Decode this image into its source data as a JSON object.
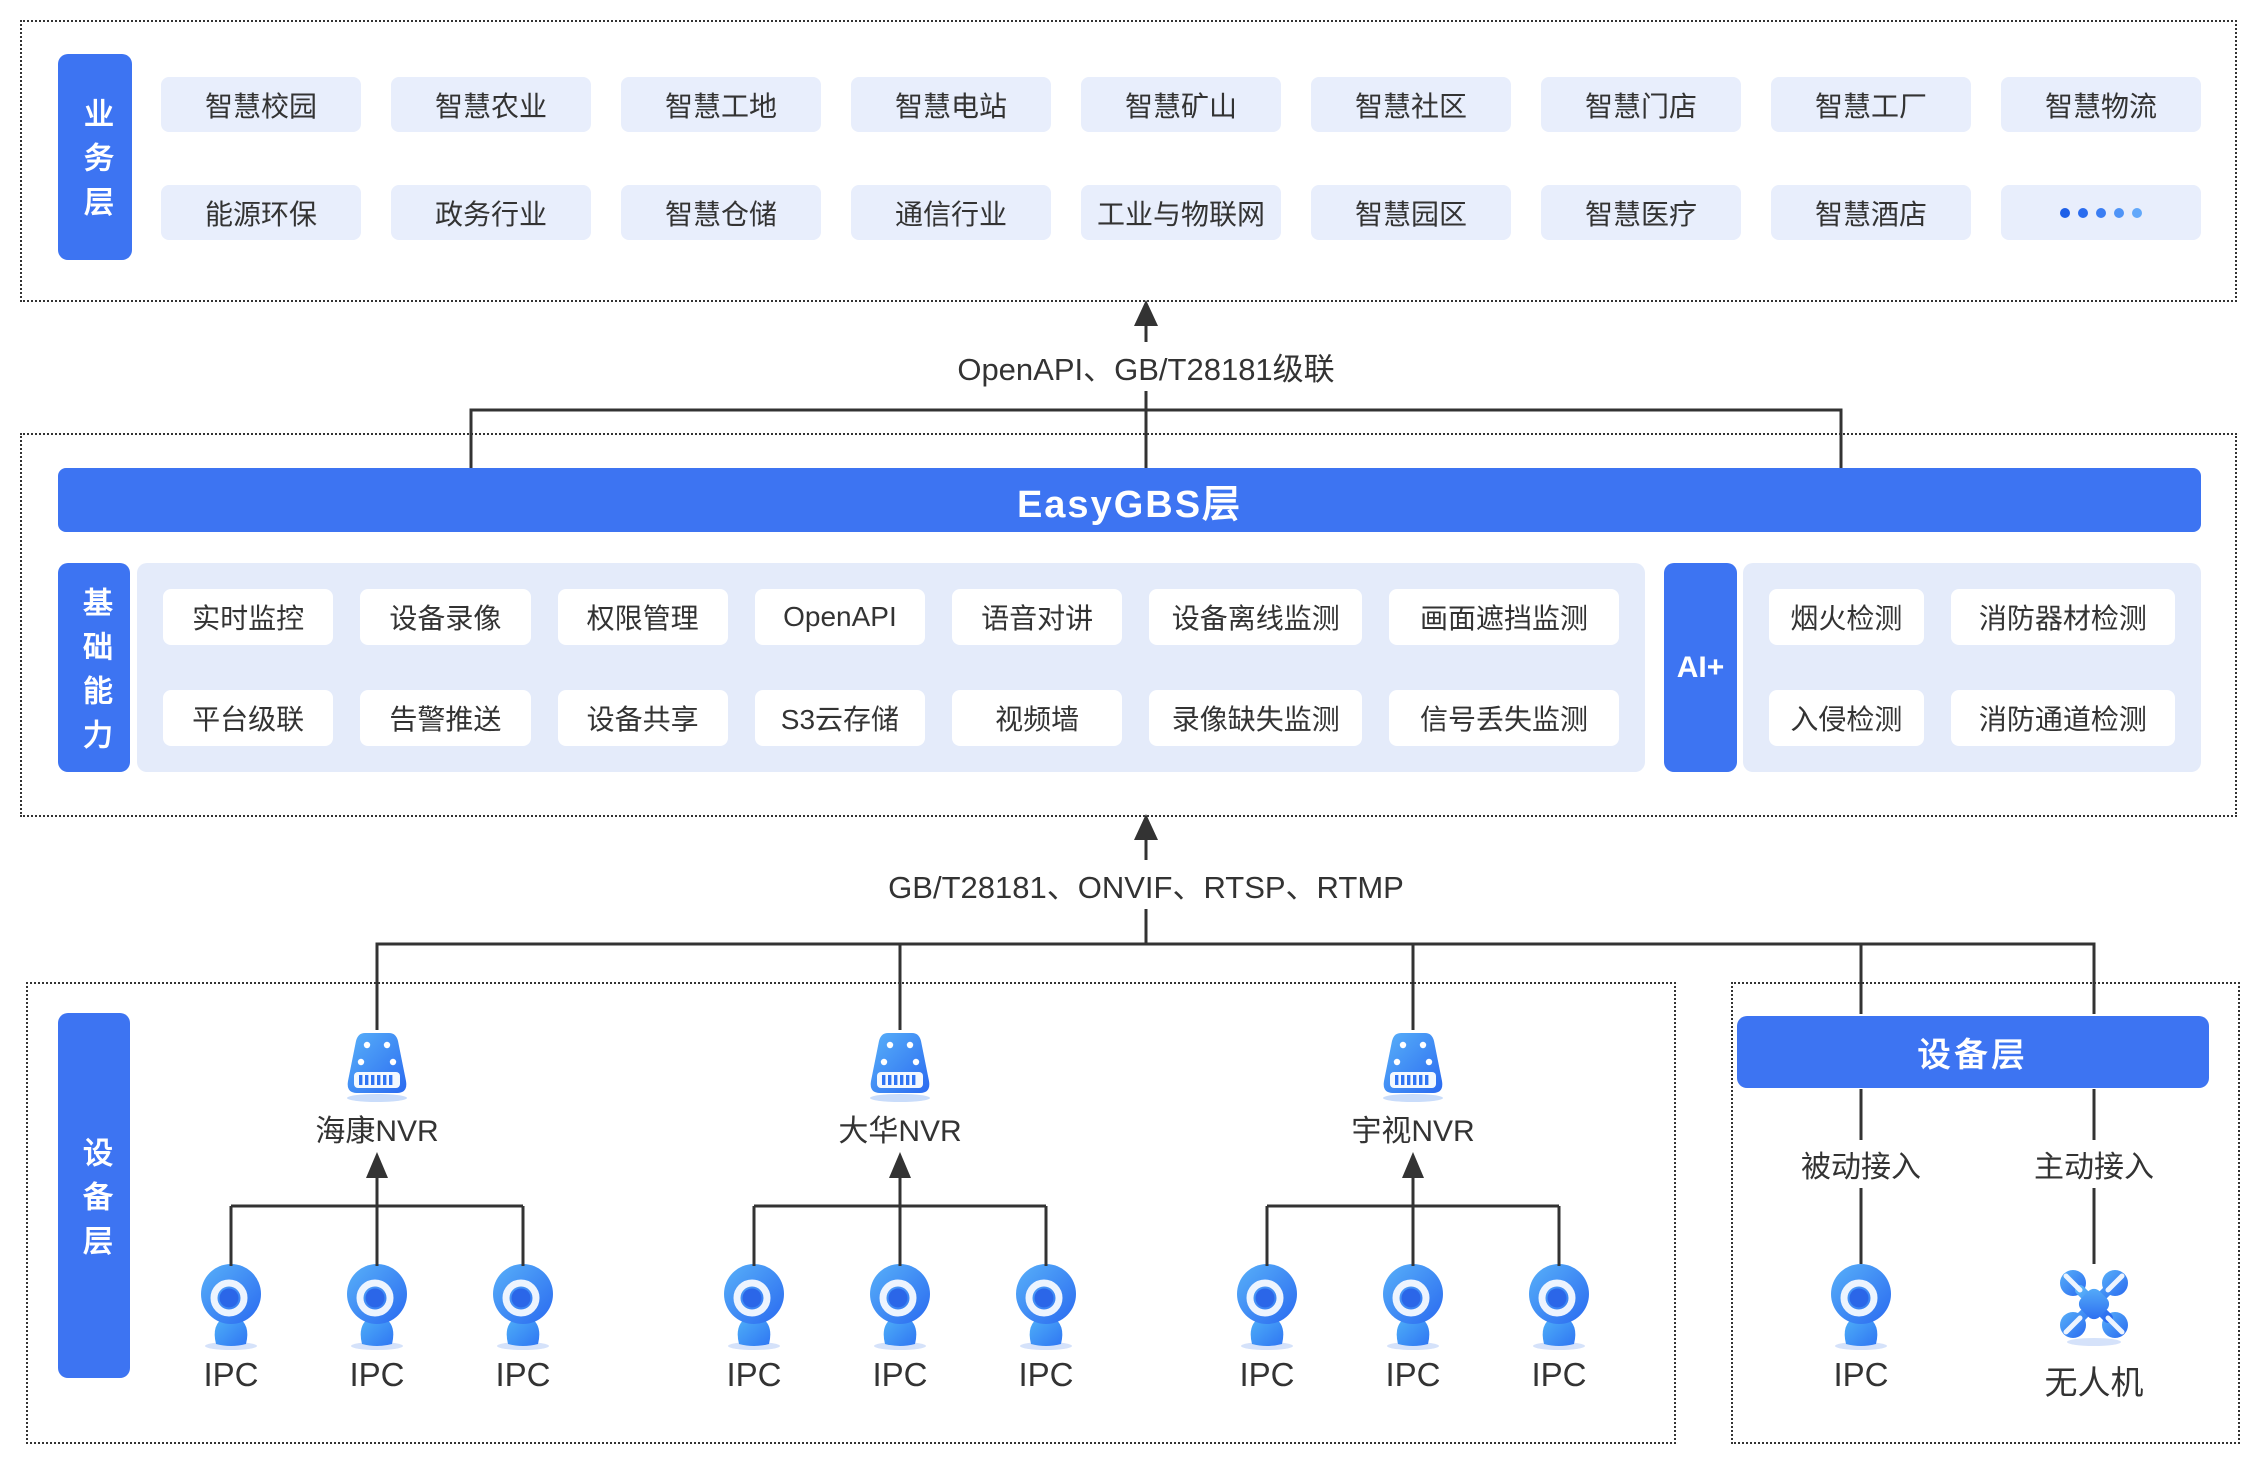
{
  "business_layer": {
    "label": "业务层",
    "row1": [
      "智慧校园",
      "智慧农业",
      "智慧工地",
      "智慧电站",
      "智慧矿山",
      "智慧社区",
      "智慧门店",
      "智慧工厂",
      "智慧物流"
    ],
    "row2": [
      "能源环保",
      "政务行业",
      "智慧仓储",
      "通信行业",
      "工业与物联网",
      "智慧园区",
      "智慧医疗",
      "智慧酒店"
    ],
    "more_dots": "•••••"
  },
  "connector_top": {
    "label": "OpenAPI、GB/T28181级联"
  },
  "easygbs_layer": {
    "banner": "EasyGBS层",
    "basic": {
      "label": "基础能力",
      "row1": [
        "实时监控",
        "设备录像",
        "权限管理",
        "OpenAPI",
        "语音对讲",
        "设备离线监测",
        "画面遮挡监测"
      ],
      "row2": [
        "平台级联",
        "告警推送",
        "设备共享",
        "S3云存储",
        "视频墙",
        "录像缺失监测",
        "信号丢失监测"
      ]
    },
    "ai": {
      "label": "AI+",
      "row1": [
        "烟火检测",
        "消防器材检测"
      ],
      "row2": [
        "入侵检测",
        "消防通道检测"
      ]
    }
  },
  "connector_bottom": {
    "label": "GB/T28181、ONVIF、RTSP、RTMP"
  },
  "device_layer_left": {
    "label": "设备层",
    "groups": [
      {
        "name": "海康NVR",
        "children": [
          "IPC",
          "IPC",
          "IPC"
        ]
      },
      {
        "name": "大华NVR",
        "children": [
          "IPC",
          "IPC",
          "IPC"
        ]
      },
      {
        "name": "宇视NVR",
        "children": [
          "IPC",
          "IPC",
          "IPC"
        ]
      }
    ]
  },
  "device_layer_right": {
    "banner": "设备层",
    "columns": [
      {
        "mode": "被动接入",
        "device": "IPC",
        "icon": "ipc-camera-icon"
      },
      {
        "mode": "主动接入",
        "device": "无人机",
        "icon": "drone-icon"
      }
    ]
  },
  "icons": {
    "nvr": "nvr-recorder-icon",
    "ipc": "ipc-camera-icon",
    "drone": "drone-icon"
  },
  "colors": {
    "accent_blue": "#3D74F2",
    "chip_bg": "#E8EEFC",
    "panel_bg": "#E4EBFA",
    "line": "#333333",
    "text": "#333333"
  }
}
